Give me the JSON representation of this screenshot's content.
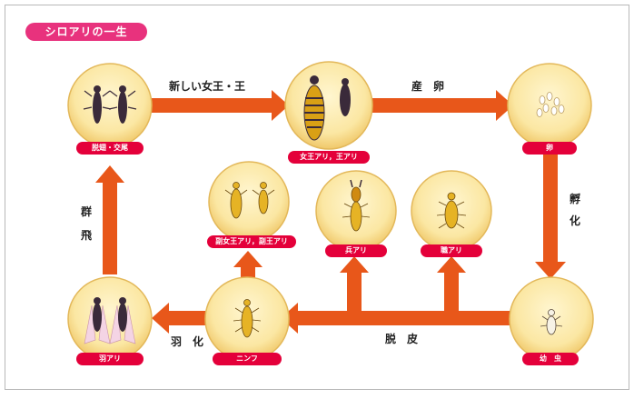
{
  "title": "シロアリの一生",
  "stages": {
    "swarm": "脱翅・交尾",
    "queen": "女王アリ，王アリ",
    "egg": "卵",
    "larva": "幼　虫",
    "nymph": "ニンフ",
    "winged": "羽アリ",
    "secondary": "副女王アリ，副王アリ",
    "soldier": "兵アリ",
    "worker": "職アリ"
  },
  "arrows": {
    "new_royals": "新しい女王・王",
    "lay_egg": "産　卵",
    "hatch_1": "孵",
    "hatch_2": "化",
    "molt": "脱　皮",
    "emergence": "羽　化",
    "swarming_1": "群",
    "swarming_2": "飛"
  },
  "colors": {
    "arrow": "#e8571a",
    "label_bg": "#e4003a",
    "title_bg": "#e8327d",
    "circle_fill": "#fbe7a3",
    "circle_edge": "#e3b85a"
  },
  "icons": {
    "swarm": "alate-pair-icon",
    "queen": "queen-king-icon",
    "egg": "eggs-icon",
    "larva": "larva-icon",
    "nymph": "nymph-icon",
    "winged": "winged-termites-icon",
    "secondary": "secondary-royals-icon",
    "soldier": "soldier-termite-icon",
    "worker": "worker-termite-icon"
  }
}
